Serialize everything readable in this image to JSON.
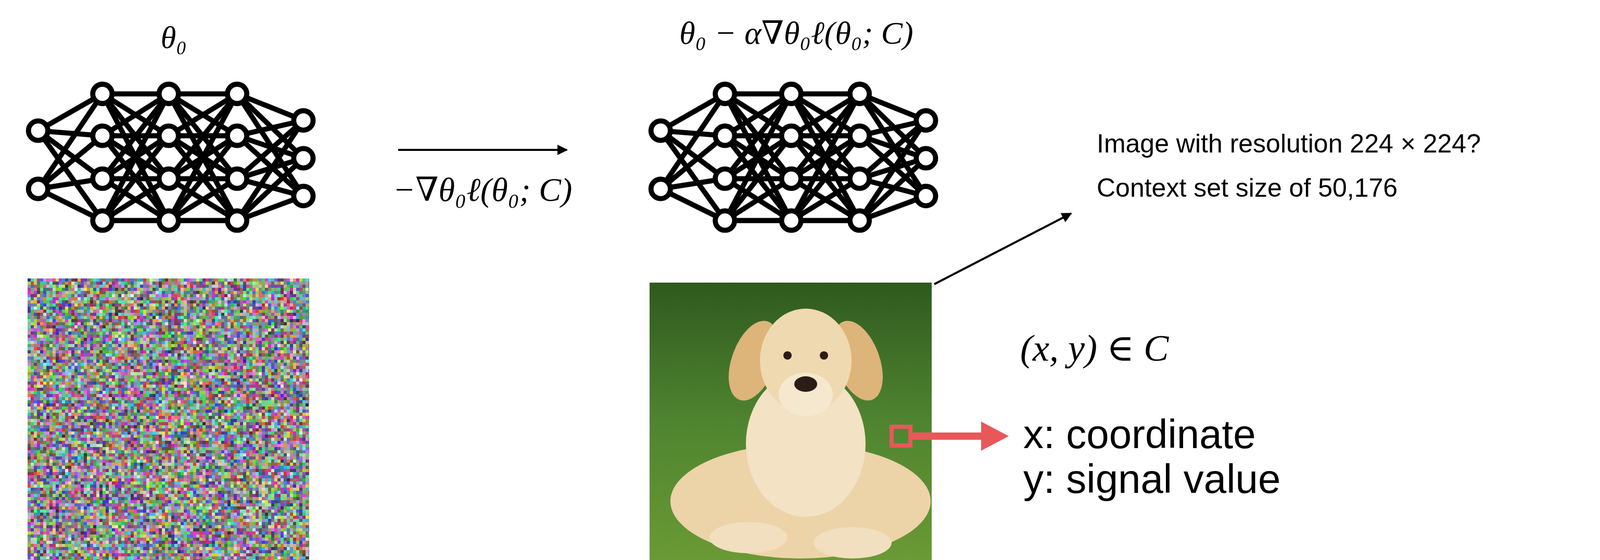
{
  "diagram": {
    "nodes": [
      {
        "text": [
          "θ₀"
        ]
      },
      {
        "text": [
          "θ₀ − α∇θ₀ℓ(θ₀; C)"
        ]
      }
    ],
    "edges": [
      {
        "from": 0,
        "to": 1,
        "arrow": "to",
        "label": "−∇θ₀ℓ(θ₀; C)"
      }
    ],
    "labels": [
      "Image with resolution 224 × 224?",
      "Context set size of 50,176",
      "(x, y) ∈ C",
      "x: coordinate",
      "y: signal value"
    ]
  }
}
